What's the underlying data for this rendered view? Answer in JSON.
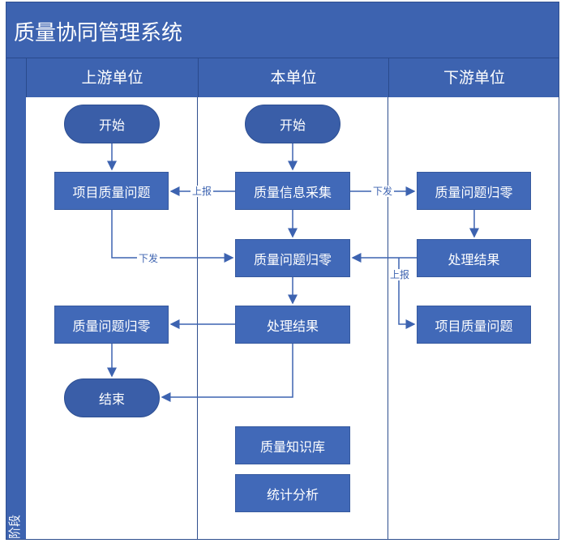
{
  "title": "质量协同管理系统",
  "stage_label": "阶段",
  "lanes": {
    "upstream": "上游单位",
    "self": "本单位",
    "downstream": "下游单位"
  },
  "nodes": {
    "up_start": "开始",
    "self_start": "开始",
    "up_project_issue": "项目质量问题",
    "self_collect": "质量信息采集",
    "down_issue_zero": "质量问题归零",
    "self_issue_zero": "质量问题归零",
    "down_result": "处理结果",
    "up_issue_zero": "质量问题归零",
    "self_result": "处理结果",
    "down_project_issue": "项目质量问题",
    "up_end": "结束",
    "knowledge_base": "质量知识库",
    "statistics": "统计分析"
  },
  "edge_labels": {
    "report_up": "上报",
    "issue_down": "下发",
    "issue_down_left": "下发",
    "report_up_right": "上报"
  },
  "colors": {
    "header": "#3d63b0",
    "box": "#4169b8",
    "arrow": "#3d63b0"
  }
}
